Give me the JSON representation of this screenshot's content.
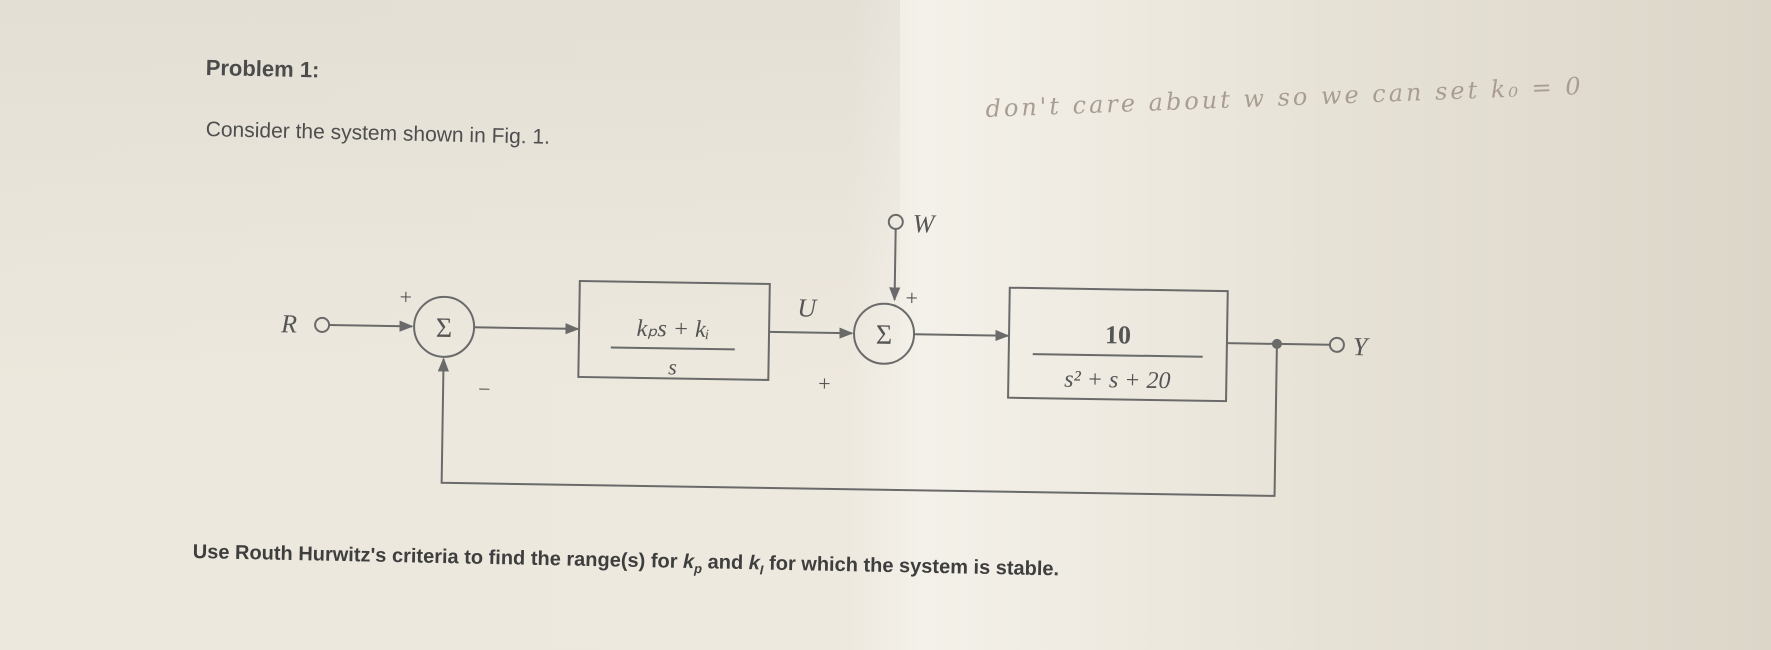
{
  "document": {
    "heading": "Problem 1:",
    "intro": "Consider the system shown in Fig. 1.",
    "handwritten_note": "don't care about w so we can set k₀ = 0",
    "question": {
      "before_kp": "Use Routh Hurwitz's criteria to find the range(s) for ",
      "kp_base": "k",
      "kp_sub": "p",
      "between": " and ",
      "ki_base": "k",
      "ki_sub": "I",
      "after": " for which the system is stable."
    }
  },
  "diagram": {
    "input_label": "R",
    "output_label": "Y",
    "disturbance_label": "W",
    "sum_symbol": "Σ",
    "sum1_plus": "+",
    "sum1_minus": "−",
    "sum2_plus_top": "+",
    "sum2_plus_left": "+",
    "controller_signal_label": "U",
    "controller": {
      "numerator": "kₚs + kᵢ",
      "denominator": "s"
    },
    "plant": {
      "numerator": "10",
      "denominator": "s² + s + 20"
    }
  }
}
